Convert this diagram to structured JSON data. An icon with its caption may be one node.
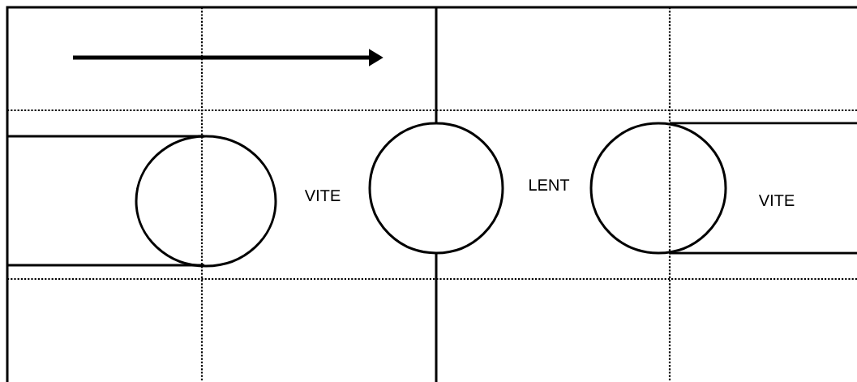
{
  "diagram": {
    "labels": [
      "VITE",
      "LENT",
      "VITE"
    ]
  }
}
